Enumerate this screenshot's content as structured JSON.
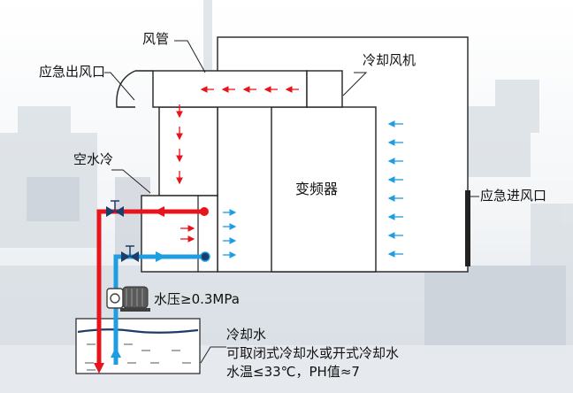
{
  "labels": {
    "duct": "风管",
    "emergency_outlet": "应急出风口",
    "cooling_fan": "冷却风机",
    "air_water_cooler": "空水冷",
    "inverter": "变频器",
    "emergency_inlet": "应急进风口",
    "water_pressure": "水压≥0.3MPa",
    "cooling_water_title": "冷却水",
    "cooling_water_option": "可取闭式冷却水或开式冷却水",
    "cooling_water_spec": "水温≤33℃，PH值≈7"
  },
  "colors": {
    "hot_water": "#e8141c",
    "cold_water": "#1e9ee0",
    "outline": "#222222",
    "air_arrow_hot": "#e8141c",
    "air_arrow_cold": "#1e9ee0",
    "pump_body": "#404040",
    "tank_water": "#1c3c6a"
  }
}
